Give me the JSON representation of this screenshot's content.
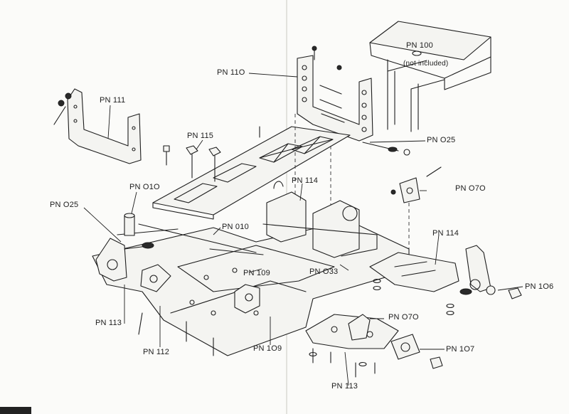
{
  "labels": {
    "pn100": "PN 100",
    "not_included": "(not included)",
    "pn110": "PN 11O",
    "pn111": "PN 111",
    "pn115": "PN 115",
    "pn025_right": "PN O25",
    "pn010_left": "PN O1O",
    "pn114_top": "PN 114",
    "pn070_top": "PN O7O",
    "pn025_left": "PN O25",
    "pn010_mid": "PN 010",
    "pn114_right": "PN 114",
    "pn109_a": "PN 109",
    "pn033": "PN O33",
    "pn106": "PN 1O6",
    "pn113_left": "PN 113",
    "pn070_bottom": "PN O7O",
    "pn112": "PN 112",
    "pn109_b": "PN 1O9",
    "pn107": "PN 1O7",
    "pn113_bottom": "PN 113"
  }
}
